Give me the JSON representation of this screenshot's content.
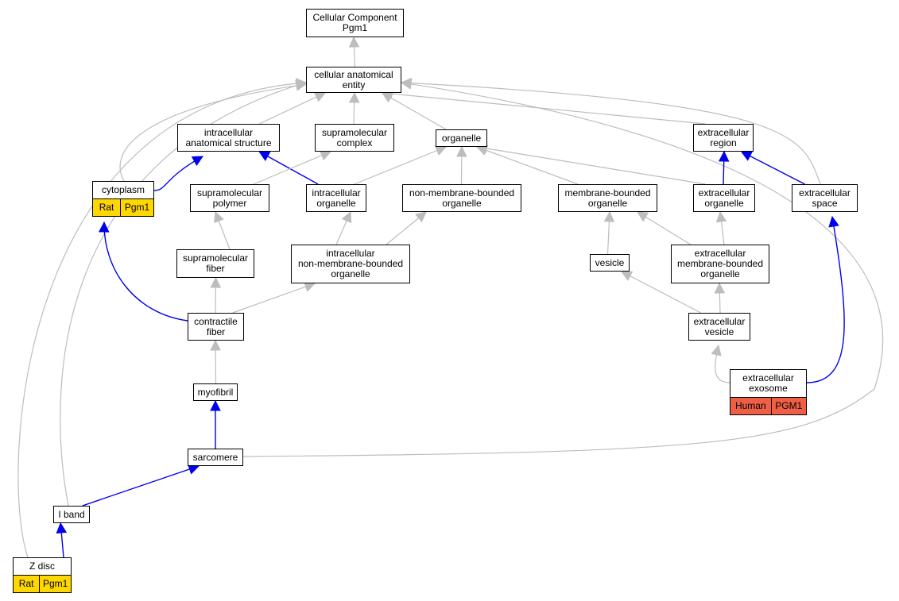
{
  "colors": {
    "gray_edge": "#bdbdbd",
    "blue_edge": "#0000ee",
    "rat": "#ffd700",
    "human": "#ef5f46"
  },
  "nodes": [
    {
      "id": "cc",
      "lines": [
        "Cellular Component",
        "Pgm1"
      ]
    },
    {
      "id": "cae",
      "lines": [
        "cellular anatomical",
        "entity"
      ]
    },
    {
      "id": "ias",
      "lines": [
        "intracellular",
        "anatomical structure"
      ]
    },
    {
      "id": "smc",
      "lines": [
        "supramolecular",
        "complex"
      ]
    },
    {
      "id": "org",
      "lines": [
        "organelle"
      ]
    },
    {
      "id": "exr",
      "lines": [
        "extracellular",
        "region"
      ]
    },
    {
      "id": "cyt",
      "lines": [
        "cytoplasm"
      ],
      "tags": [
        {
          "text": "Rat",
          "color": "rat"
        },
        {
          "text": "Pgm1",
          "color": "rat"
        }
      ]
    },
    {
      "id": "smp",
      "lines": [
        "supramolecular",
        "polymer"
      ]
    },
    {
      "id": "ico",
      "lines": [
        "intracellular",
        "organelle"
      ]
    },
    {
      "id": "nmb",
      "lines": [
        "non-membrane-bounded",
        "organelle"
      ]
    },
    {
      "id": "mbo",
      "lines": [
        "membrane-bounded",
        "organelle"
      ]
    },
    {
      "id": "exo",
      "lines": [
        "extracellular",
        "organelle"
      ]
    },
    {
      "id": "exs",
      "lines": [
        "extracellular",
        "space"
      ]
    },
    {
      "id": "smf",
      "lines": [
        "supramolecular",
        "fiber"
      ]
    },
    {
      "id": "inmb",
      "lines": [
        "intracellular",
        "non-membrane-bounded",
        "organelle"
      ]
    },
    {
      "id": "ves",
      "lines": [
        "vesicle"
      ]
    },
    {
      "id": "emb",
      "lines": [
        "extracellular",
        "membrane-bounded",
        "organelle"
      ]
    },
    {
      "id": "ctf",
      "lines": [
        "contractile",
        "fiber"
      ]
    },
    {
      "id": "exv",
      "lines": [
        "extracellular",
        "vesicle"
      ]
    },
    {
      "id": "exso",
      "lines": [
        "extracellular",
        "exosome"
      ],
      "tags": [
        {
          "text": "Human",
          "color": "human"
        },
        {
          "text": "PGM1",
          "color": "human"
        }
      ]
    },
    {
      "id": "myo",
      "lines": [
        "myofibril"
      ]
    },
    {
      "id": "sar",
      "lines": [
        "sarcomere"
      ]
    },
    {
      "id": "ib",
      "lines": [
        "I band"
      ]
    },
    {
      "id": "zd",
      "lines": [
        "Z disc"
      ],
      "tags": [
        {
          "text": "Rat",
          "color": "rat"
        },
        {
          "text": "Pgm1",
          "color": "rat"
        }
      ]
    }
  ],
  "edges": [
    {
      "from": "cae",
      "to": "cc",
      "color": "gray"
    },
    {
      "from": "ias",
      "to": "cae",
      "color": "gray"
    },
    {
      "from": "smc",
      "to": "cae",
      "color": "gray"
    },
    {
      "from": "org",
      "to": "cae",
      "color": "gray"
    },
    {
      "from": "exr",
      "to": "cae",
      "color": "gray"
    },
    {
      "from": "cyt",
      "to": "cae",
      "color": "gray"
    },
    {
      "from": "exs",
      "to": "cae",
      "color": "gray"
    },
    {
      "from": "ib",
      "to": "cae",
      "color": "gray"
    },
    {
      "from": "zd",
      "to": "cae",
      "color": "gray"
    },
    {
      "from": "sar",
      "to": "cae",
      "color": "gray"
    },
    {
      "from": "cyt",
      "to": "ias",
      "color": "blue"
    },
    {
      "from": "ico",
      "to": "ias",
      "color": "blue"
    },
    {
      "from": "smp",
      "to": "smc",
      "color": "gray"
    },
    {
      "from": "ico",
      "to": "org",
      "color": "gray"
    },
    {
      "from": "nmb",
      "to": "org",
      "color": "gray"
    },
    {
      "from": "mbo",
      "to": "org",
      "color": "gray"
    },
    {
      "from": "exo",
      "to": "org",
      "color": "gray"
    },
    {
      "from": "exo",
      "to": "exr",
      "color": "blue"
    },
    {
      "from": "exs",
      "to": "exr",
      "color": "blue"
    },
    {
      "from": "smf",
      "to": "smp",
      "color": "gray"
    },
    {
      "from": "inmb",
      "to": "ico",
      "color": "gray"
    },
    {
      "from": "inmb",
      "to": "nmb",
      "color": "gray"
    },
    {
      "from": "ves",
      "to": "mbo",
      "color": "gray"
    },
    {
      "from": "emb",
      "to": "mbo",
      "color": "gray"
    },
    {
      "from": "emb",
      "to": "exo",
      "color": "gray"
    },
    {
      "from": "ctf",
      "to": "smf",
      "color": "gray"
    },
    {
      "from": "ctf",
      "to": "inmb",
      "color": "gray"
    },
    {
      "from": "ctf",
      "to": "cyt",
      "color": "blue"
    },
    {
      "from": "exv",
      "to": "ves",
      "color": "gray"
    },
    {
      "from": "exv",
      "to": "emb",
      "color": "gray"
    },
    {
      "from": "exso",
      "to": "exv",
      "color": "gray"
    },
    {
      "from": "exso",
      "to": "exs",
      "color": "blue"
    },
    {
      "from": "myo",
      "to": "ctf",
      "color": "gray"
    },
    {
      "from": "sar",
      "to": "myo",
      "color": "blue"
    },
    {
      "from": "ib",
      "to": "sar",
      "color": "blue"
    },
    {
      "from": "zd",
      "to": "ib",
      "color": "blue"
    }
  ]
}
